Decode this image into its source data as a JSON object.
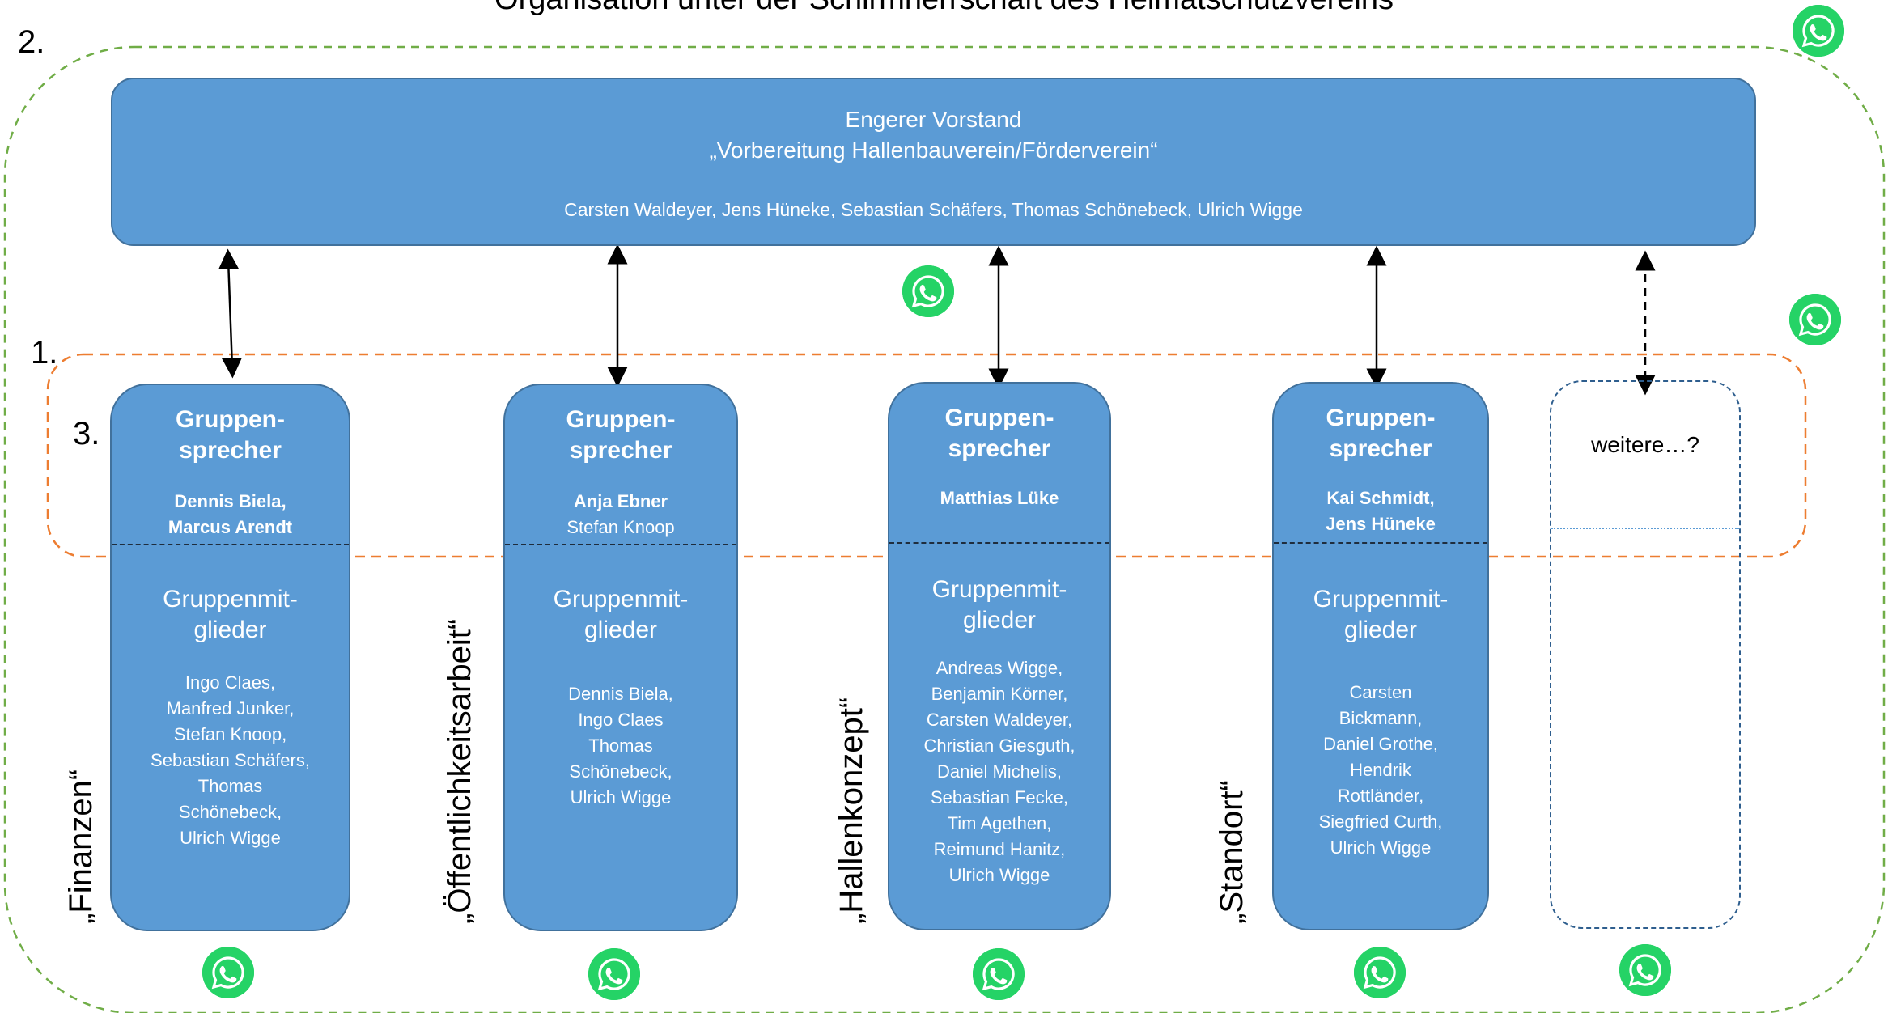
{
  "title": "Organisation unter der Schirmherrschaft des Heimatschutzvereins",
  "markers": {
    "outer": "2.",
    "inner": "1.",
    "spokes": "3."
  },
  "board": {
    "line1": "Engerer Vorstand",
    "line2": "„Vorbereitung Hallenbauverein/Förderverein“",
    "members": "Carsten Waldeyer, Jens Hüneke, Sebastian Schäfers, Thomas Schönebeck, Ulrich Wigge"
  },
  "groups": [
    {
      "label": "„Finanzen“",
      "spokes_title": "Gruppen-\nsprecher",
      "spokes": "Dennis Biela,\nMarcus Arendt",
      "members_title": "Gruppenmit-\nglieder",
      "members": "Ingo Claes,\nManfred Junker,\nStefan Knoop,\nSebastian Schäfers,\nThomas\nSchönebeck,\nUlrich Wigge"
    },
    {
      "label": "„Öffentlichkeitsarbeit“",
      "spokes_title": "Gruppen-\nsprecher",
      "spokes_bold": "Anja Ebner",
      "spokes": "Stefan Knoop",
      "members_title": "Gruppenmit-\nglieder",
      "members": "Dennis Biela,\nIngo Claes\nThomas\nSchönebeck,\nUlrich Wigge"
    },
    {
      "label": "„Hallenkonzept“",
      "spokes_title": "Gruppen-\nsprecher",
      "spokes": "Matthias Lüke",
      "members_title": "Gruppenmit-\nglieder",
      "members": "Andreas Wigge,\nBenjamin Körner,\nCarsten Waldeyer,\nChristian Giesguth,\nDaniel Michelis,\nSebastian Fecke,\nTim Agethen,\nReimund Hanitz,\nUlrich Wigge"
    },
    {
      "label": "„Standort“",
      "spokes_title": "Gruppen-\nsprecher",
      "spokes": "Kai Schmidt,\nJens Hüneke",
      "members_title": "Gruppenmit-\nglieder",
      "members": "Carsten\nBickmann,\nDaniel Grothe,\nHendrik\nRottländer,\nSiegfried Curth,\nUlrich Wigge"
    }
  ],
  "more": "weitere…?",
  "colors": {
    "box": "#5b9bd5",
    "box_border": "#41719c",
    "outer_dash": "#70ad47",
    "inner_dash": "#ed7d31",
    "whatsapp": "#25d366"
  },
  "icon": "whatsapp-icon"
}
